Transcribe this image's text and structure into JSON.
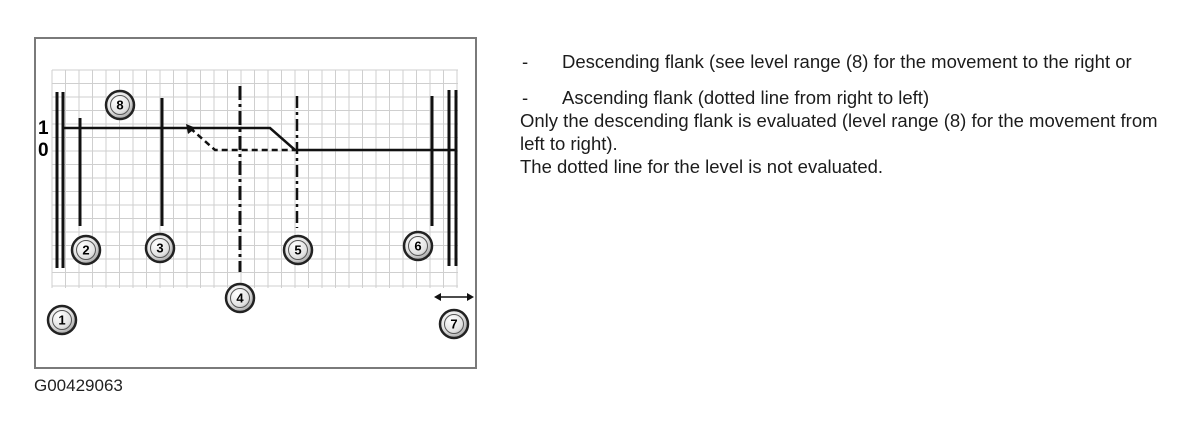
{
  "figure": {
    "level_labels": [
      "1",
      "0"
    ],
    "callouts": [
      "1",
      "2",
      "3",
      "4",
      "5",
      "6",
      "7",
      "8"
    ],
    "caption": "G00429063"
  },
  "text": {
    "bullet1": "Descending flank (see level range (8) for the movement to the right or",
    "bullet2": "Ascending flank (dotted line from right to left)",
    "para1": "Only the descending flank is evaluated (level range (8) for the movement from left to right).",
    "para2": "The dotted line for the level is not evaluated.",
    "dash": "-"
  }
}
